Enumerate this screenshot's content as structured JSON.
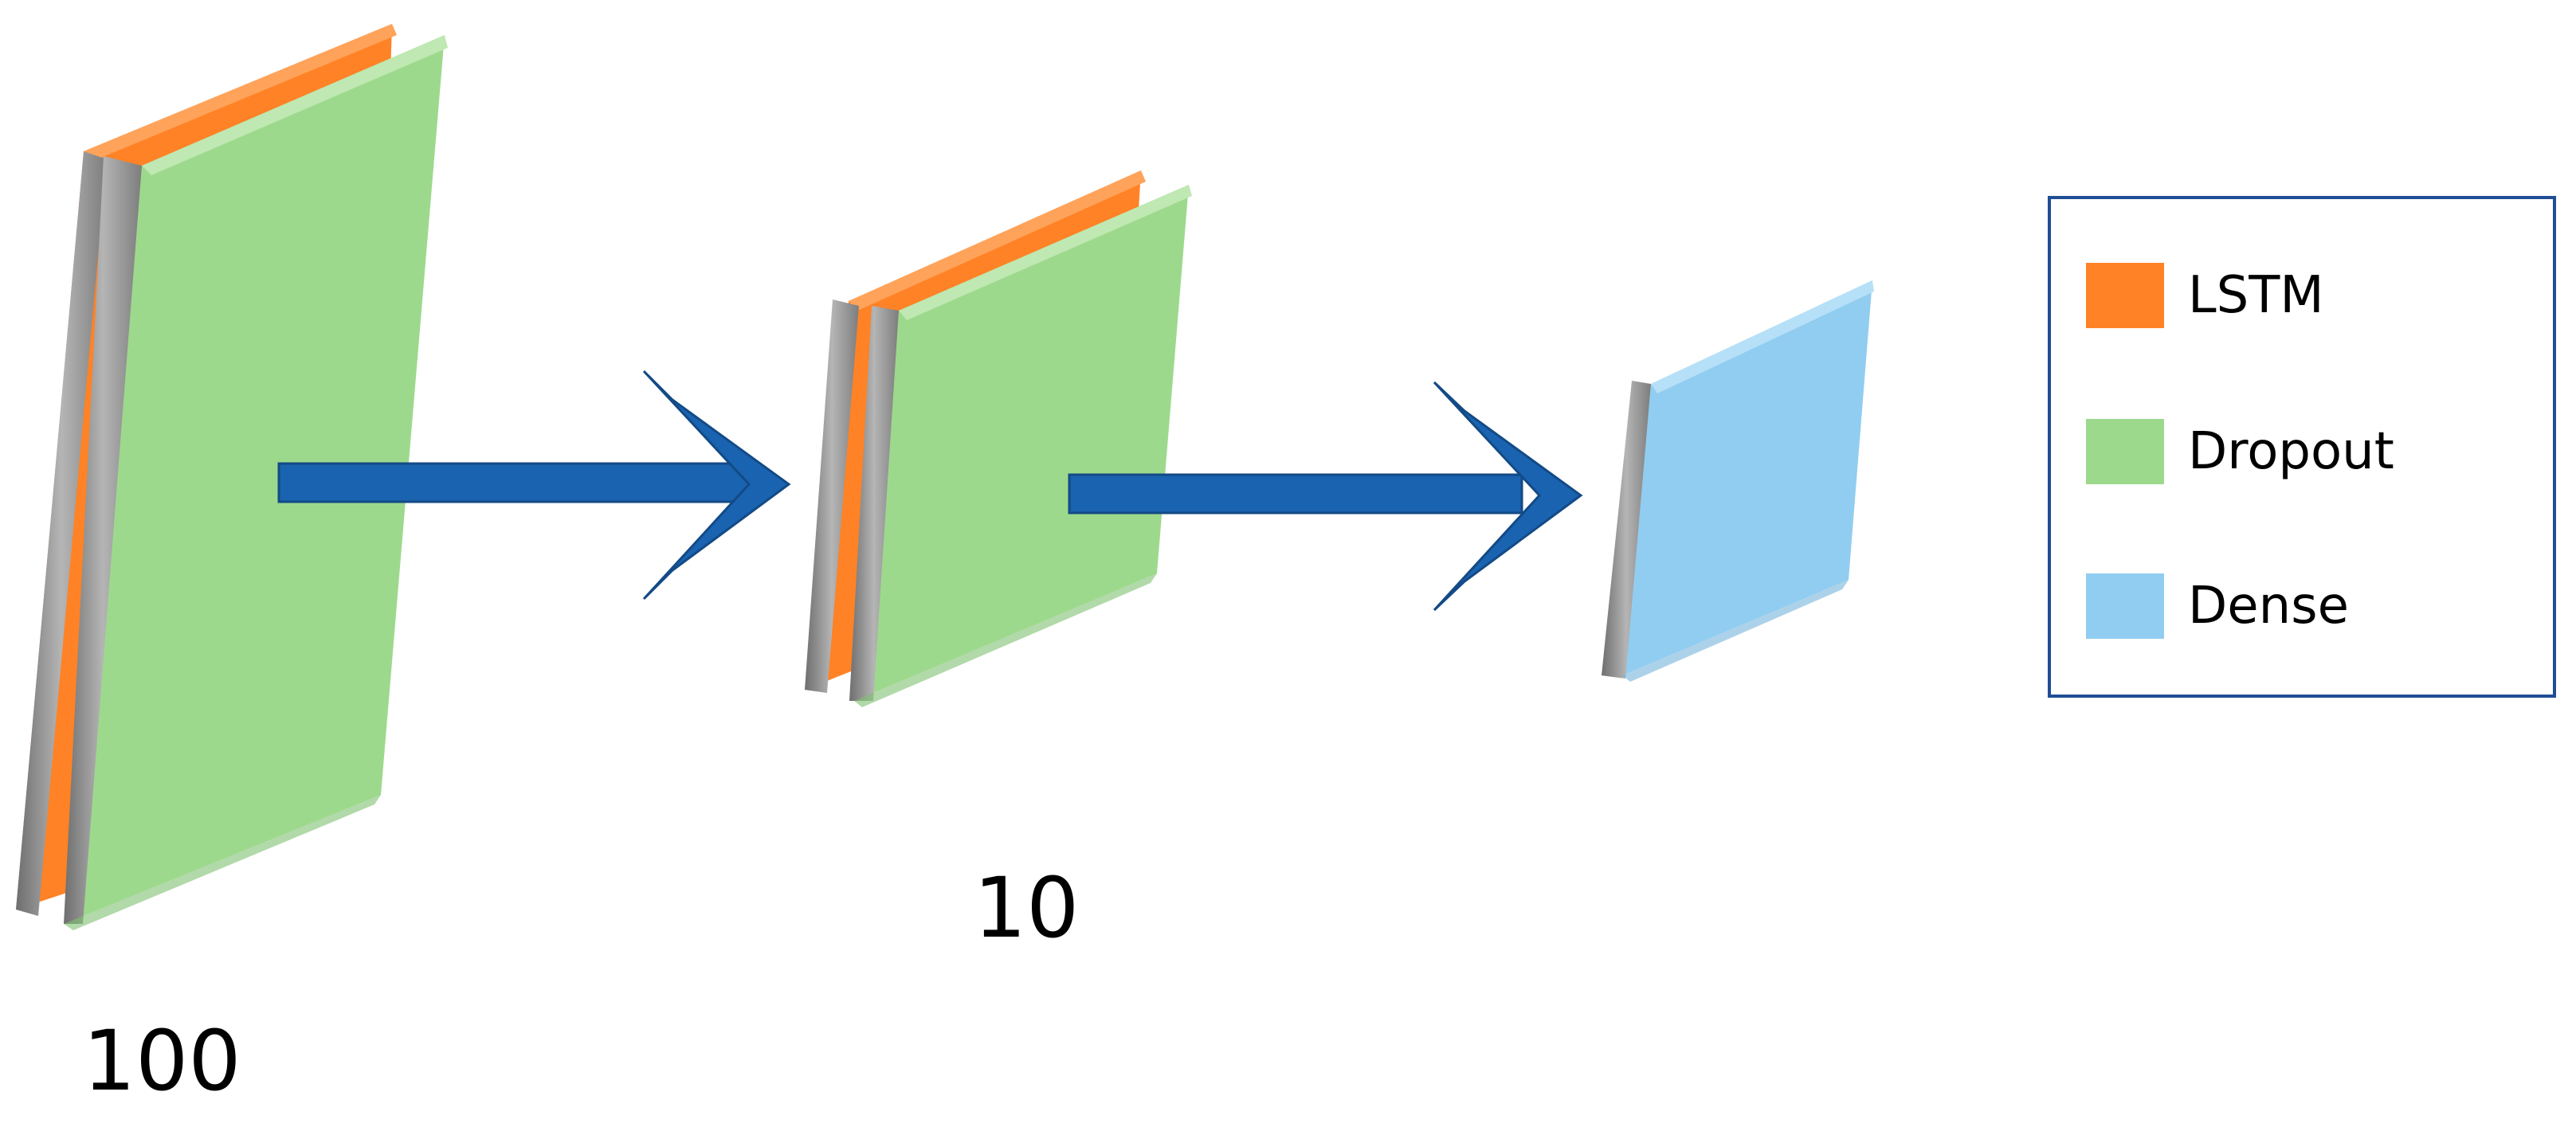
{
  "colors": {
    "lstm": "#ff8226",
    "dropout": "#9dd98c",
    "dense": "#91cdf0",
    "edge": "#8a8a8a",
    "arrow": "#1a63b0",
    "legend_border": "#1f4e96"
  },
  "layers": [
    {
      "name": "block-1",
      "label": "100",
      "components": [
        "LSTM",
        "Dropout"
      ]
    },
    {
      "name": "block-2",
      "label": "10",
      "components": [
        "LSTM",
        "Dropout"
      ]
    },
    {
      "name": "block-3",
      "label": "",
      "components": [
        "Dense"
      ]
    }
  ],
  "legend": {
    "items": [
      {
        "label": "LSTM",
        "color": "#ff8226"
      },
      {
        "label": "Dropout",
        "color": "#9dd98c"
      },
      {
        "label": "Dense",
        "color": "#91cdf0"
      }
    ]
  }
}
